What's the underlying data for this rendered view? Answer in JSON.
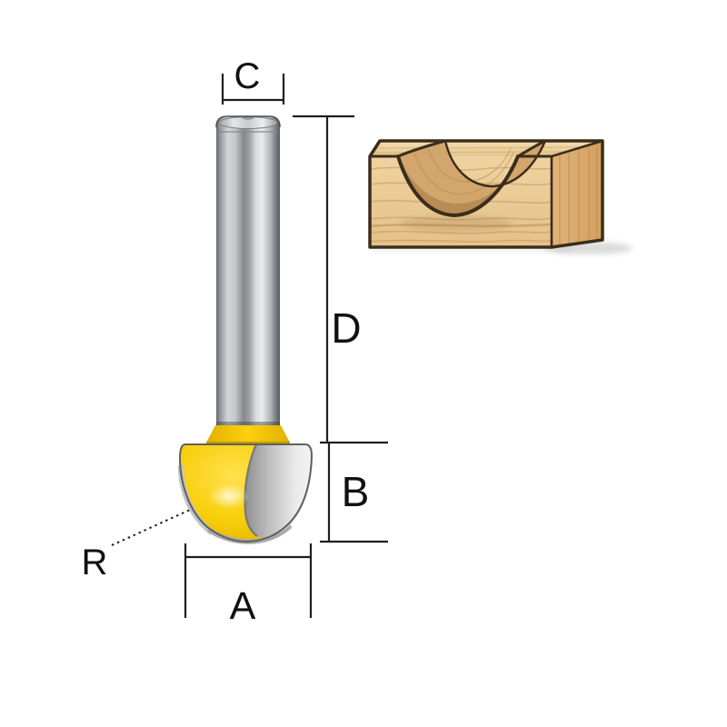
{
  "diagram": {
    "kind": "router-bit-dimension-diagram",
    "labels": {
      "c": "C",
      "d": "D",
      "b": "B",
      "a": "A",
      "r": "R"
    },
    "colors": {
      "bit_head_yellow": "#F8CE0A",
      "bit_head_yellow_dark": "#E0AF00",
      "steel_light": "#E9EBEC",
      "steel_dark": "#63676B",
      "flute_silver": "#D9D9D9",
      "wood_front": "#EBCC97",
      "wood_top": "#EFD9AB",
      "wood_side": "#DCAD6F",
      "wood_groove": "#D2A66C",
      "wood_outline": "#3A2D1C",
      "dimension_line": "#1F1F1F",
      "background": "#FFFFFF"
    },
    "icons": {
      "bit": "router-bit-side-view-illustration",
      "wood": "wood-groove-profile-illustration"
    }
  }
}
